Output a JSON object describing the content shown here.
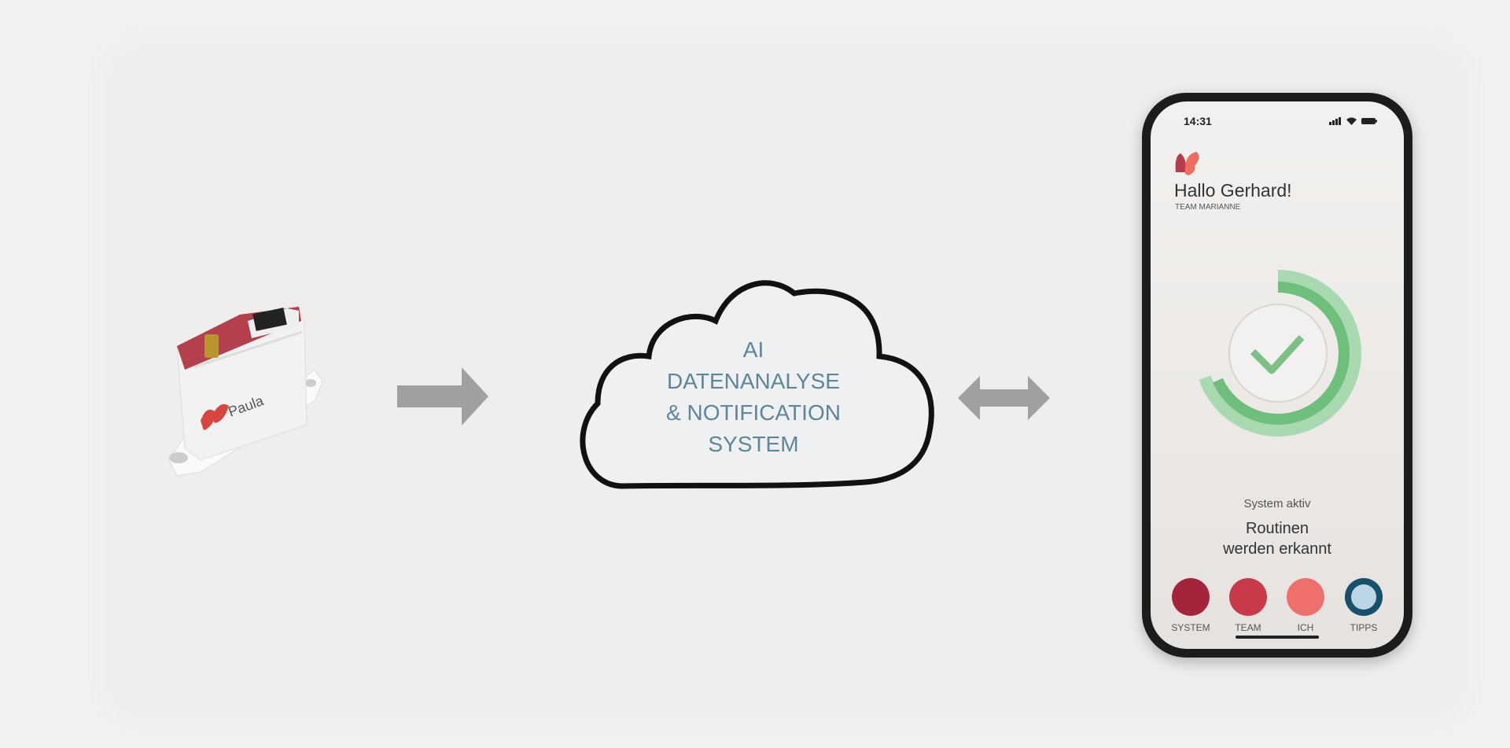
{
  "device": {
    "brand": "Paula"
  },
  "cloud": {
    "lines": [
      "AI",
      "DATENANALYSE",
      "& NOTIFICATION",
      "SYSTEM"
    ]
  },
  "phone": {
    "time": "14:31",
    "greeting": "Hallo Gerhard!",
    "team": "TEAM MARIANNE",
    "status_label": "System aktiv",
    "message_line1": "Routinen",
    "message_line2": "werden erkannt",
    "nav": [
      {
        "label": "SYSTEM",
        "color": "#a3243b"
      },
      {
        "label": "TEAM",
        "color": "#c83a4a"
      },
      {
        "label": "ICH",
        "color": "#ef6f6c"
      },
      {
        "label": "TIPPS",
        "color": "#174f6d"
      }
    ]
  },
  "colors": {
    "arrow": "#a0a0a0",
    "cloud_text": "#5f8599",
    "ring": "#6fbf7c"
  }
}
